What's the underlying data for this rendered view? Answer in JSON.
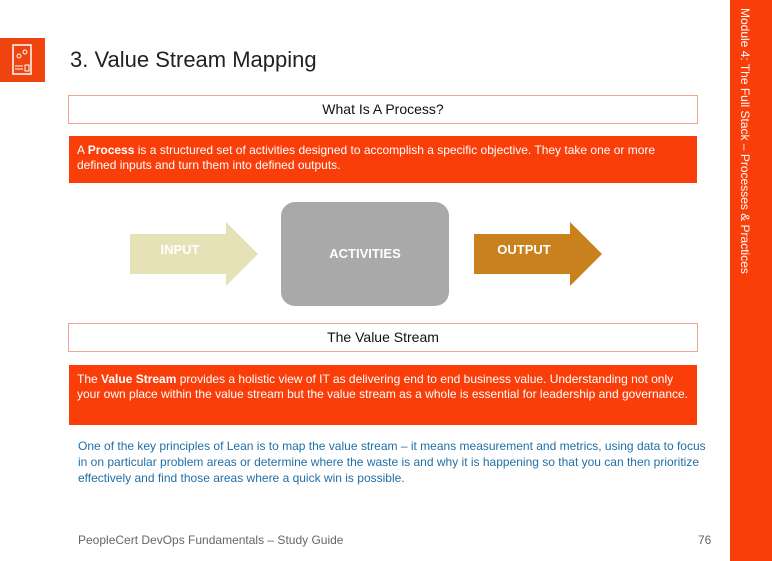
{
  "title": "3. Value Stream Mapping",
  "sidebar": "Module 4: The Full Stack – Processes & Practices",
  "process": {
    "heading": "What Is A Process?",
    "term": "Process",
    "pre": "A ",
    "text": " is a structured  set of activities designed to accomplish a specific objective. They take one or more defined inputs and turn them into defined outputs."
  },
  "diagram": {
    "input": "INPUT",
    "activities": "ACTIVITIES",
    "output": "OUTPUT",
    "colors": {
      "input": "#e5e2b8",
      "activities": "#a9a9a9",
      "output": "#c8811c"
    }
  },
  "stream": {
    "heading": "The Value Stream",
    "pre": "The ",
    "term": "Value Stream",
    "text": " provides a holistic view of IT as delivering end to end business value. Understanding not only your own place within the value stream but the value stream as a whole is essential for leadership and governance."
  },
  "lean": "One of the key principles of Lean is to map the value stream – it means measurement and metrics, using data to focus in on particular problem areas or determine where the waste is and why it is happening so that you can then prioritize effectively and find those areas where a quick win is possible.",
  "footer": {
    "guide": "PeopleCert DevOps Fundamentals  – Study Guide",
    "page": "76"
  }
}
